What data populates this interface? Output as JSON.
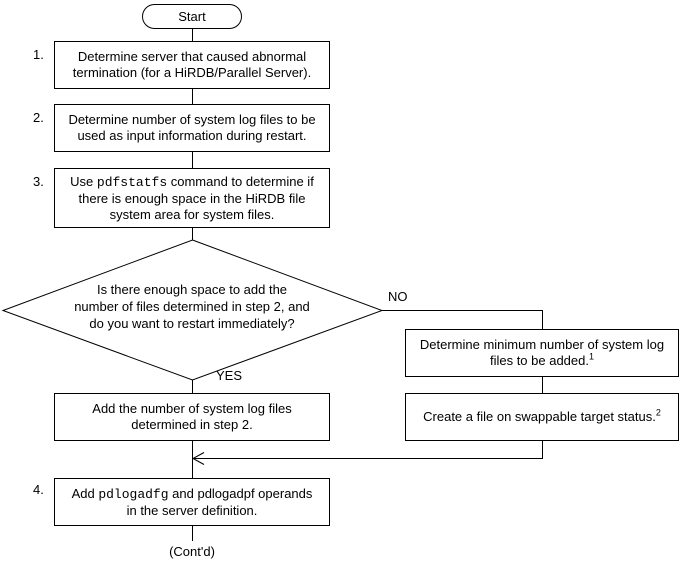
{
  "colors": {
    "background": "#ffffff",
    "line": "#000000",
    "text": "#000000"
  },
  "nodes": {
    "start": {
      "label": "Start"
    },
    "step1": {
      "number": "1.",
      "parts": [
        {
          "text": "Determine server that caused abnormal"
        },
        {
          "break": true
        },
        {
          "text": "termination (for a HiRDB/Parallel Server)."
        }
      ]
    },
    "step2": {
      "number": "2.",
      "parts": [
        {
          "text": "Determine number of system log files to be"
        },
        {
          "break": true
        },
        {
          "text": "used as input information during restart."
        }
      ]
    },
    "step3": {
      "number": "3.",
      "parts": [
        {
          "text": "Use "
        },
        {
          "text": "pdfstatfs",
          "mono": true
        },
        {
          "text": " command to determine if"
        },
        {
          "break": true
        },
        {
          "text": "there is enough space in the HiRDB file"
        },
        {
          "break": true
        },
        {
          "text": "system area for system files."
        }
      ]
    },
    "decision": {
      "parts": [
        {
          "text": "Is there enough space to add the"
        },
        {
          "break": true
        },
        {
          "text": "number of files determined in step 2, and"
        },
        {
          "break": true
        },
        {
          "text": "do you want to restart immediately?"
        }
      ]
    },
    "no_label": "NO",
    "yes_label": "YES",
    "determine_min": {
      "parts": [
        {
          "text": "Determine minimum number of system log"
        },
        {
          "break": true
        },
        {
          "text": "files to be added."
        },
        {
          "text": "1",
          "sup": true
        }
      ]
    },
    "create_file": {
      "parts": [
        {
          "text": "Create a file on swappable target status."
        },
        {
          "text": "2",
          "sup": true
        }
      ]
    },
    "add_files": {
      "parts": [
        {
          "text": "Add the number of system log files"
        },
        {
          "break": true
        },
        {
          "text": "determined in step 2."
        }
      ]
    },
    "step4": {
      "number": "4.",
      "parts": [
        {
          "text": "Add "
        },
        {
          "text": "pdlogadfg",
          "mono": true
        },
        {
          "text": " and pdlogadpf operands"
        },
        {
          "break": true
        },
        {
          "text": "in the server definition."
        }
      ]
    },
    "contd_label": "(Cont'd)"
  }
}
